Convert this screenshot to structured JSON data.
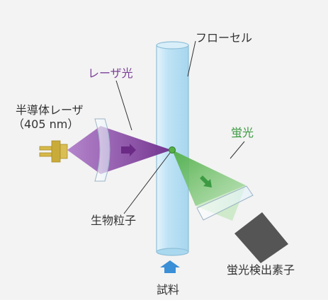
{
  "labels": {
    "flow_cell": "フローセル",
    "laser_light": "レーザ光",
    "laser_source_line1": "半導体レーザ",
    "laser_source_line2": "（405 nm）",
    "fluorescence": "蛍光",
    "particle": "生物粒子",
    "detector": "蛍光検出素子",
    "sample": "試料"
  },
  "colors": {
    "laser": "#7b3f97",
    "fluorescence": "#3d9a42",
    "flow_cell": "#bfe3f5",
    "sample_arrow": "#3a8fd6",
    "detector": "#555555",
    "laser_housing": "#c9ab3a",
    "particle": "#55b044"
  }
}
